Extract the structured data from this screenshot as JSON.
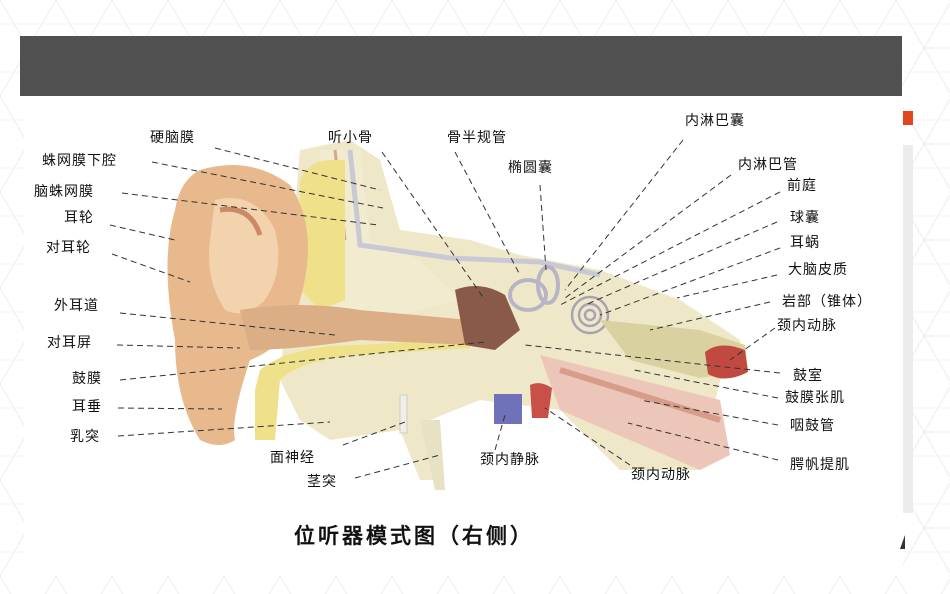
{
  "slide": {
    "title": "",
    "accent_colors": {
      "title_bar": "#505050",
      "accent": "#e0461f",
      "side_panel": "#ececec"
    }
  },
  "figure": {
    "caption": "位听器模式图（右侧）",
    "labels_left": [
      {
        "id": "dura",
        "text": "硬脑膜"
      },
      {
        "id": "subarachnoid",
        "text": "蛛网膜下腔"
      },
      {
        "id": "arachnoid",
        "text": "脑蛛网膜"
      },
      {
        "id": "helix",
        "text": "耳轮"
      },
      {
        "id": "antihelix",
        "text": "对耳轮"
      },
      {
        "id": "ext_canal",
        "text": "外耳道"
      },
      {
        "id": "antitragus",
        "text": "对耳屏"
      },
      {
        "id": "tympanic_membrane",
        "text": "鼓膜"
      },
      {
        "id": "lobule",
        "text": "耳垂"
      },
      {
        "id": "mastoid",
        "text": "乳突"
      }
    ],
    "labels_top": [
      {
        "id": "ossicles",
        "text": "听小骨"
      },
      {
        "id": "semicircular",
        "text": "骨半规管"
      },
      {
        "id": "utricle",
        "text": "椭圆囊"
      }
    ],
    "labels_right": [
      {
        "id": "endolymph_sac",
        "text": "内淋巴囊"
      },
      {
        "id": "endolymph_duct",
        "text": "内淋巴管"
      },
      {
        "id": "vestibule",
        "text": "前庭"
      },
      {
        "id": "saccule",
        "text": "球囊"
      },
      {
        "id": "cochlea",
        "text": "耳蜗"
      },
      {
        "id": "cortex",
        "text": "大脑皮质"
      },
      {
        "id": "petrous",
        "text": "岩部（锥体）"
      },
      {
        "id": "ica_upper",
        "text": "颈内动脉"
      },
      {
        "id": "tympanic_cavity",
        "text": "鼓室"
      },
      {
        "id": "tensor_tympani",
        "text": "鼓膜张肌"
      },
      {
        "id": "eustachian",
        "text": "咽鼓管"
      },
      {
        "id": "levator_veli",
        "text": "腭帆提肌"
      }
    ],
    "labels_bottom": [
      {
        "id": "facial_nerve",
        "text": "面神经"
      },
      {
        "id": "styloid",
        "text": "茎突"
      },
      {
        "id": "ijv",
        "text": "颈内静脉"
      },
      {
        "id": "ica_lower",
        "text": "颈内动脉"
      }
    ]
  }
}
